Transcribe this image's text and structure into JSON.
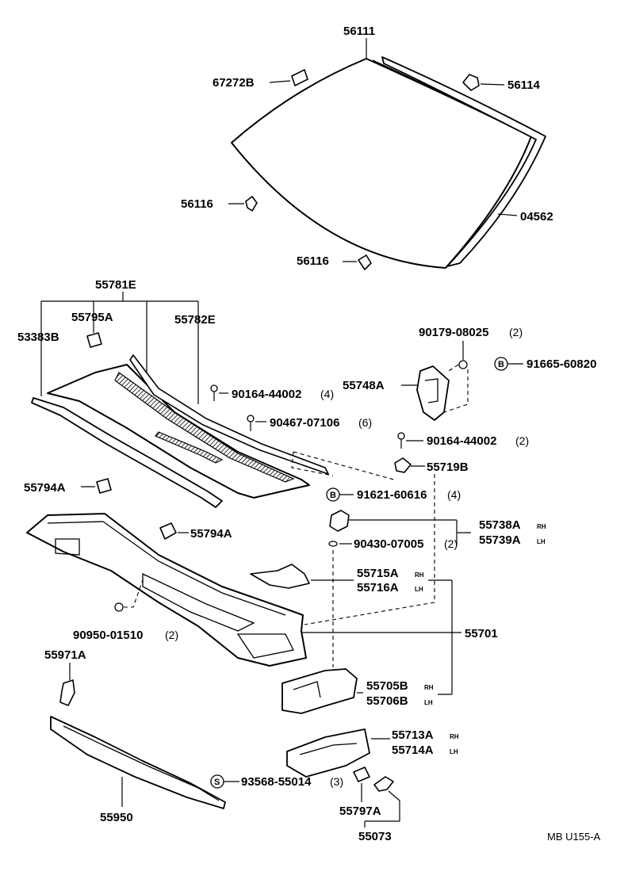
{
  "diagram_id": "MB U155-A",
  "parts": {
    "windshield": "56111",
    "stopper": "67272B",
    "clip_top": "56114",
    "clip_mid": "56116",
    "clip_bottom": "56116",
    "moulding": "04562",
    "cowl_set": "55781E",
    "seal_clip": "55795A",
    "cowl_left_seal": "53383B",
    "cowl_right_seal": "55782E",
    "screw_a": "90164-44002",
    "screw_a_qty": "(4)",
    "rivet": "90467-07106",
    "rivet_qty": "(6)",
    "bracket": "55748A",
    "bolt_top": "90179-08025",
    "bolt_top_qty": "(2)",
    "b_nut": "91665-60820",
    "screw_b": "90164-44002",
    "screw_b_qty": "(2)",
    "nut_clip": "55719B",
    "b_bolt": "91621-60616",
    "b_bolt_qty": "(4)",
    "brace_rh": "55738A",
    "brace_lh": "55739A",
    "grommet": "90430-07005",
    "grommet_qty": "(2)",
    "cowl_mount_left": "55794A",
    "cowl_mount_right": "55794A",
    "bracket_rh": "55715A",
    "bracket_lh": "55716A",
    "cowl_panel": "55701",
    "clip_low": "90950-01510",
    "clip_low_qty": "(2)",
    "panel_rh": "55705B",
    "panel_lh": "55706B",
    "hinge_clip": "55971A",
    "shield_rh": "55713A",
    "shield_lh": "55714A",
    "s_screw": "93568-55014",
    "s_screw_qty": "(3)",
    "dash_panel": "55950",
    "pad": "55797A",
    "pad_set": "55073"
  },
  "side_marks": {
    "rh": "RH",
    "lh": "LH"
  },
  "circle_marks": {
    "b": "B",
    "s": "S"
  }
}
